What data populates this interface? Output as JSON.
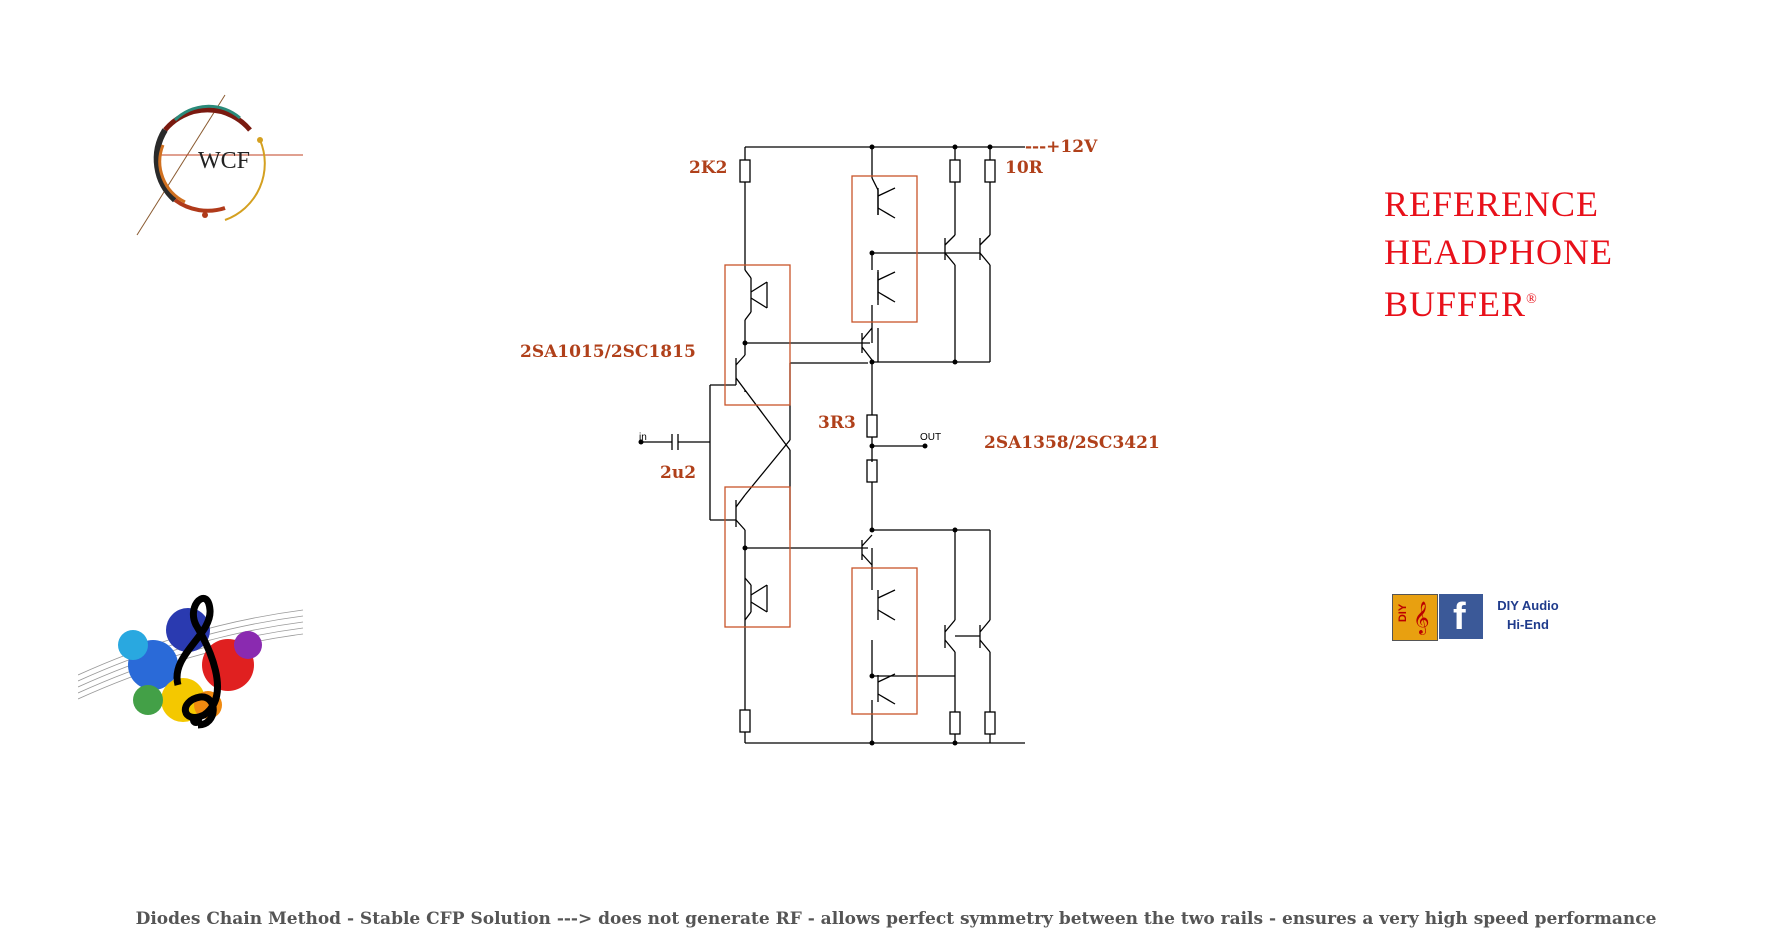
{
  "logo": {
    "text": "WCF"
  },
  "title": {
    "line1": "REFERENCE",
    "line2": "HEADPHONE",
    "line3": "BUFFER",
    "mark": "®"
  },
  "labels": {
    "r_top": "2K2",
    "supply": "---+12V",
    "r_emitter": "10R",
    "driver_pair": "2SA1015/2SC1815",
    "r_out": "3R3",
    "out_pair": "2SA1358/2SC3421",
    "cap": "2u2",
    "in": "in",
    "out": "OUT"
  },
  "social": {
    "line1": "DIY Audio",
    "line2": "Hi-End",
    "diy_badge": "DIY",
    "fb_icon": "f"
  },
  "caption": "Diodes Chain Method - Stable CFP Solution ---> does not generate RF - allows perfect symmetry between the two rails - ensures a very high speed performance",
  "colors": {
    "title": "#e8101a",
    "labels": "#b0401a",
    "box": "#c8542a",
    "wire": "#000000"
  }
}
